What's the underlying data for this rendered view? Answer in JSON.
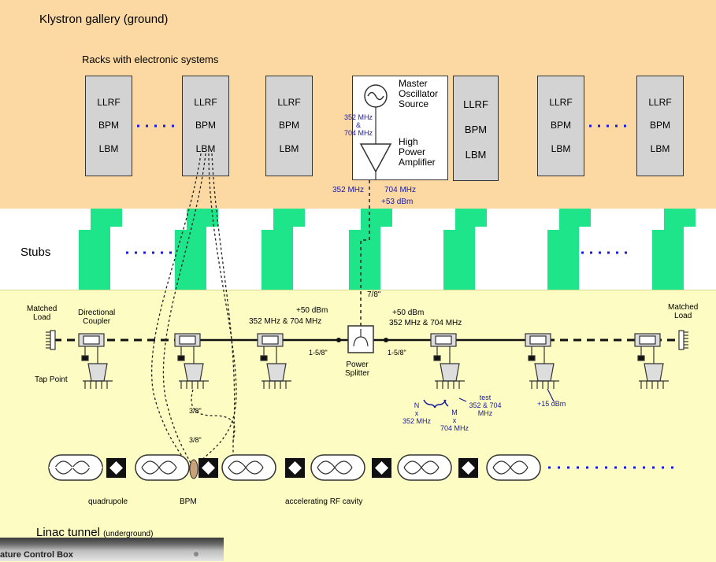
{
  "sections": {
    "klystron_gallery": "Klystron gallery (ground)",
    "racks_caption": "Racks with electronic systems",
    "stubs": "Stubs",
    "linac_tunnel": "Linac tunnel",
    "linac_tunnel_sub": "(underground)"
  },
  "racks": [
    {
      "l1": "LLRF",
      "l2": "BPM",
      "l3": "LBM"
    },
    {
      "l1": "LLRF",
      "l2": "BPM",
      "l3": "LBM"
    },
    {
      "l1": "LLRF",
      "l2": "BPM",
      "l3": "LBM"
    },
    {
      "l1": "LLRF",
      "l2": "BPM",
      "l3": "LBM"
    },
    {
      "l1": "LLRF",
      "l2": "BPM",
      "l3": "LBM"
    },
    {
      "l1": "LLRF",
      "l2": "BPM",
      "l3": "LBM"
    }
  ],
  "source_box": {
    "master_oscillator": [
      "Master",
      "Oscillator",
      "Source"
    ],
    "freq": [
      "352 MHz",
      "&",
      "704 MHz"
    ],
    "amplifier": [
      "High",
      "Power",
      "Amplifier"
    ]
  },
  "gallery_labels": {
    "f352": "352 MHz",
    "f704": "704 MHz",
    "p53": "+53 dBm"
  },
  "tunnel_labels": {
    "matched_load_left": [
      "Matched",
      "Load"
    ],
    "matched_load_right": [
      "Matched",
      "Load"
    ],
    "directional_coupler": [
      "Directional",
      "Coupler"
    ],
    "tap_point": "Tap Point",
    "power_left": "+50 dBm",
    "freq_left": "352 MHz  &  704 MHz",
    "power_right": "+50 dBm",
    "freq_right": "352 MHz  &  704 MHz",
    "cable_78": "7/8\"",
    "cable_158_left": "1-5/8\"",
    "cable_158_right": "1-5/8\"",
    "power_splitter": [
      "Power",
      "Splitter"
    ],
    "n_352": [
      "N",
      "x",
      "352 MHz"
    ],
    "m_704": [
      "M",
      "x",
      "704 MHz"
    ],
    "test": [
      "test",
      "352 & 704",
      "MHz"
    ],
    "p15": "+15 dBm",
    "cable_38_a": "3/8\"",
    "cable_38_b": "3/8\"",
    "quadrupole": "quadrupole",
    "bpm": "BPM",
    "cavity": "accelerating RF cavity"
  },
  "photo_caption": "ature Control Box",
  "colors": {
    "gallery": "#fcd9a3",
    "tunnel": "#fdfdc3",
    "stub": "#1fe58a",
    "dots": "#1a1ae0",
    "label_blue": "#1a1a9a"
  }
}
